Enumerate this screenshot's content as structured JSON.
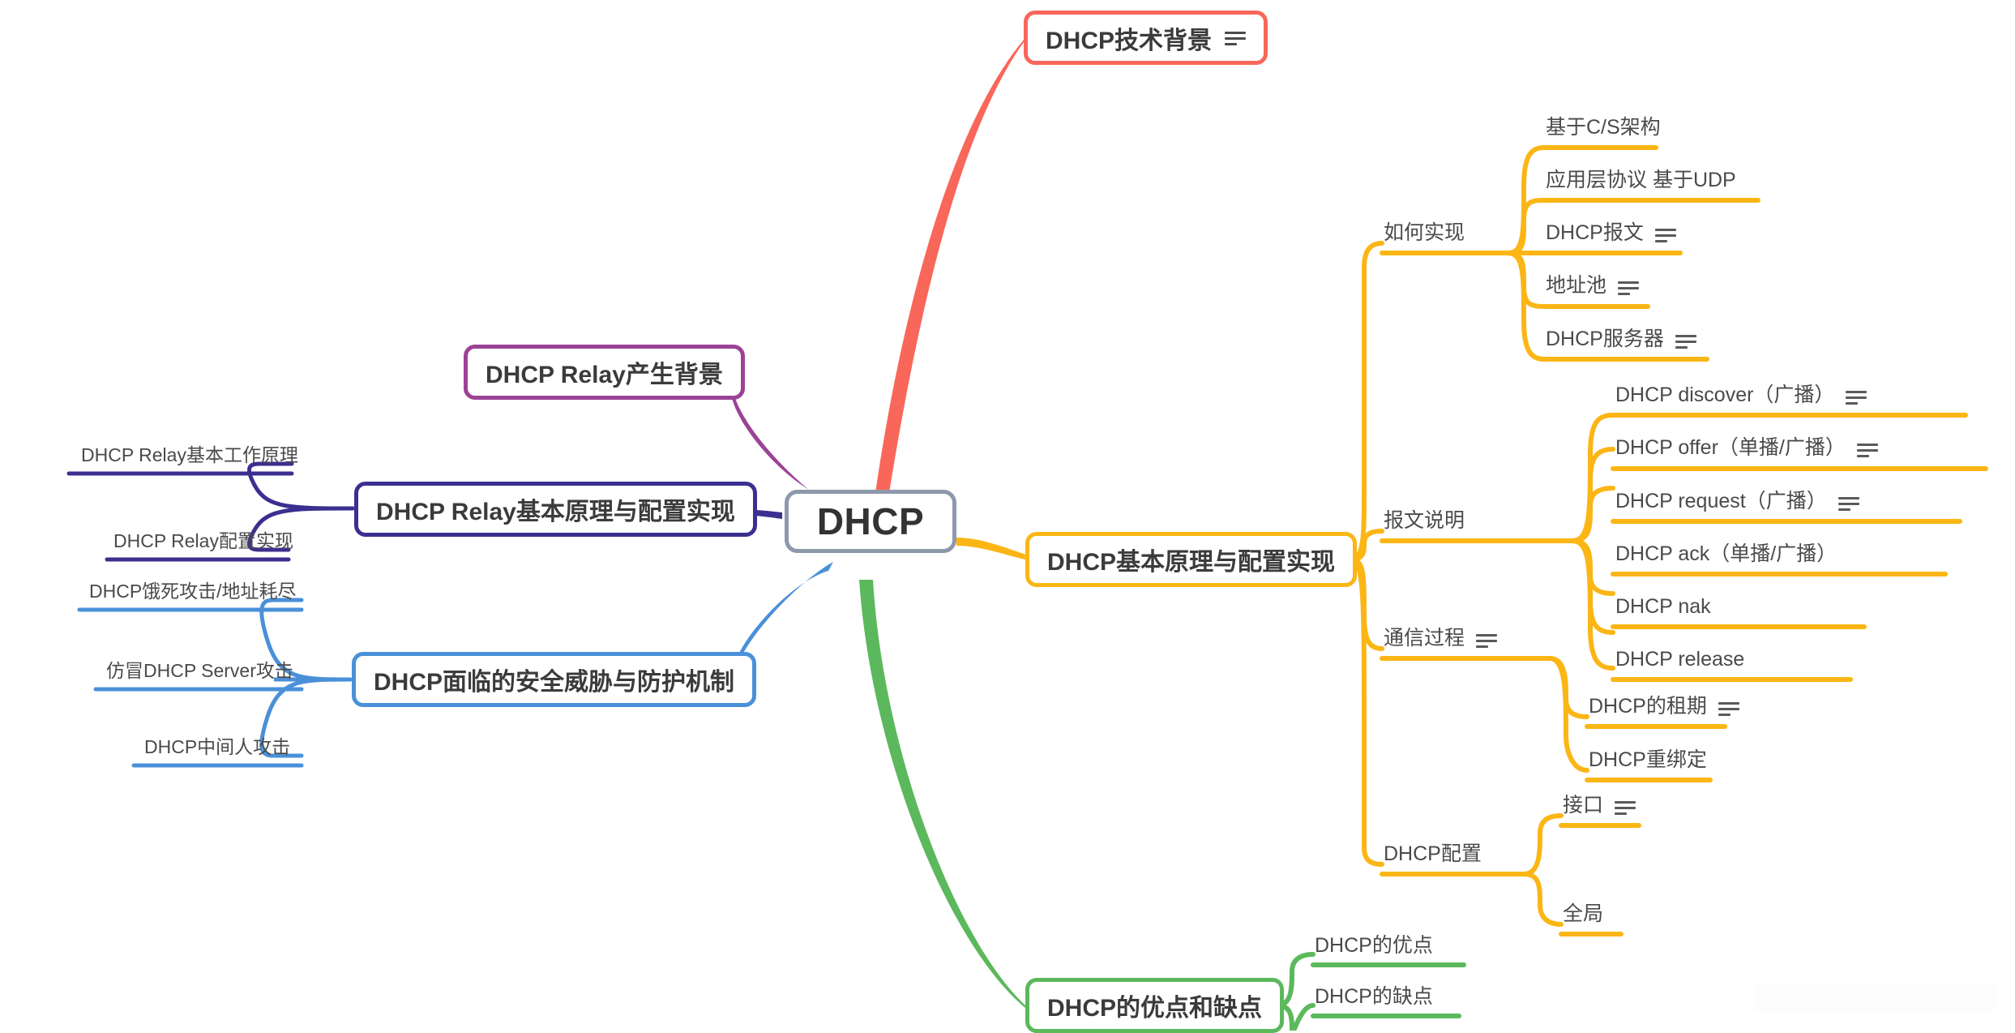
{
  "map": {
    "root": {
      "label": "DHCP",
      "color": "#8d98ab"
    },
    "branches": [
      {
        "id": "tech-background",
        "label": "DHCP技术背景",
        "color": "#f9675a",
        "has_note": true,
        "children": []
      },
      {
        "id": "relay-background",
        "label": "DHCP Relay产生背景",
        "color": "#9b4394",
        "has_note": false,
        "children": []
      },
      {
        "id": "relay-principles",
        "label": "DHCP Relay基本原理与配置实现",
        "color": "#3b2f8f",
        "has_note": false,
        "children": [
          {
            "label": "DHCP Relay基本工作原理",
            "has_note": false
          },
          {
            "label": "DHCP Relay配置实现",
            "has_note": false
          }
        ]
      },
      {
        "id": "security-threats",
        "label": "DHCP面临的安全威胁与防护机制",
        "color": "#4a90d9",
        "has_note": false,
        "children": [
          {
            "label": "DHCP饿死攻击/地址耗尽",
            "has_note": false
          },
          {
            "label": "仿冒DHCP Server攻击",
            "has_note": false
          },
          {
            "label": "DHCP中间人攻击",
            "has_note": false
          }
        ]
      },
      {
        "id": "basic-principles",
        "label": "DHCP基本原理与配置实现",
        "color": "#fbb615",
        "has_note": false,
        "children": [
          {
            "label": "如何实现",
            "has_note": false,
            "children": [
              {
                "label": "基于C/S架构",
                "has_note": false
              },
              {
                "label": "应用层协议 基于UDP",
                "has_note": false
              },
              {
                "label": "DHCP报文",
                "has_note": true
              },
              {
                "label": "地址池",
                "has_note": true
              },
              {
                "label": "DHCP服务器",
                "has_note": true
              }
            ]
          },
          {
            "label": "报文说明",
            "has_note": false,
            "children": [
              {
                "label": "DHCP discover（广播）",
                "has_note": true
              },
              {
                "label": "DHCP offer（单播/广播）",
                "has_note": true
              },
              {
                "label": "DHCP request（广播）",
                "has_note": true
              },
              {
                "label": "DHCP ack（单播/广播）",
                "has_note": false
              },
              {
                "label": "DHCP nak",
                "has_note": false
              },
              {
                "label": "DHCP release",
                "has_note": false
              }
            ]
          },
          {
            "label": "通信过程",
            "has_note": true,
            "children": [
              {
                "label": "DHCP的租期",
                "has_note": true
              },
              {
                "label": "DHCP重绑定",
                "has_note": false
              }
            ]
          },
          {
            "label": "DHCP配置",
            "has_note": false,
            "children": [
              {
                "label": "接口",
                "has_note": true
              },
              {
                "label": "全局",
                "has_note": false
              }
            ]
          }
        ]
      },
      {
        "id": "pros-cons",
        "label": "DHCP的优点和缺点",
        "color": "#5cb85c",
        "has_note": false,
        "children": [
          {
            "label": "DHCP的优点",
            "has_note": false
          },
          {
            "label": "DHCP的缺点",
            "has_note": false
          }
        ]
      }
    ]
  }
}
